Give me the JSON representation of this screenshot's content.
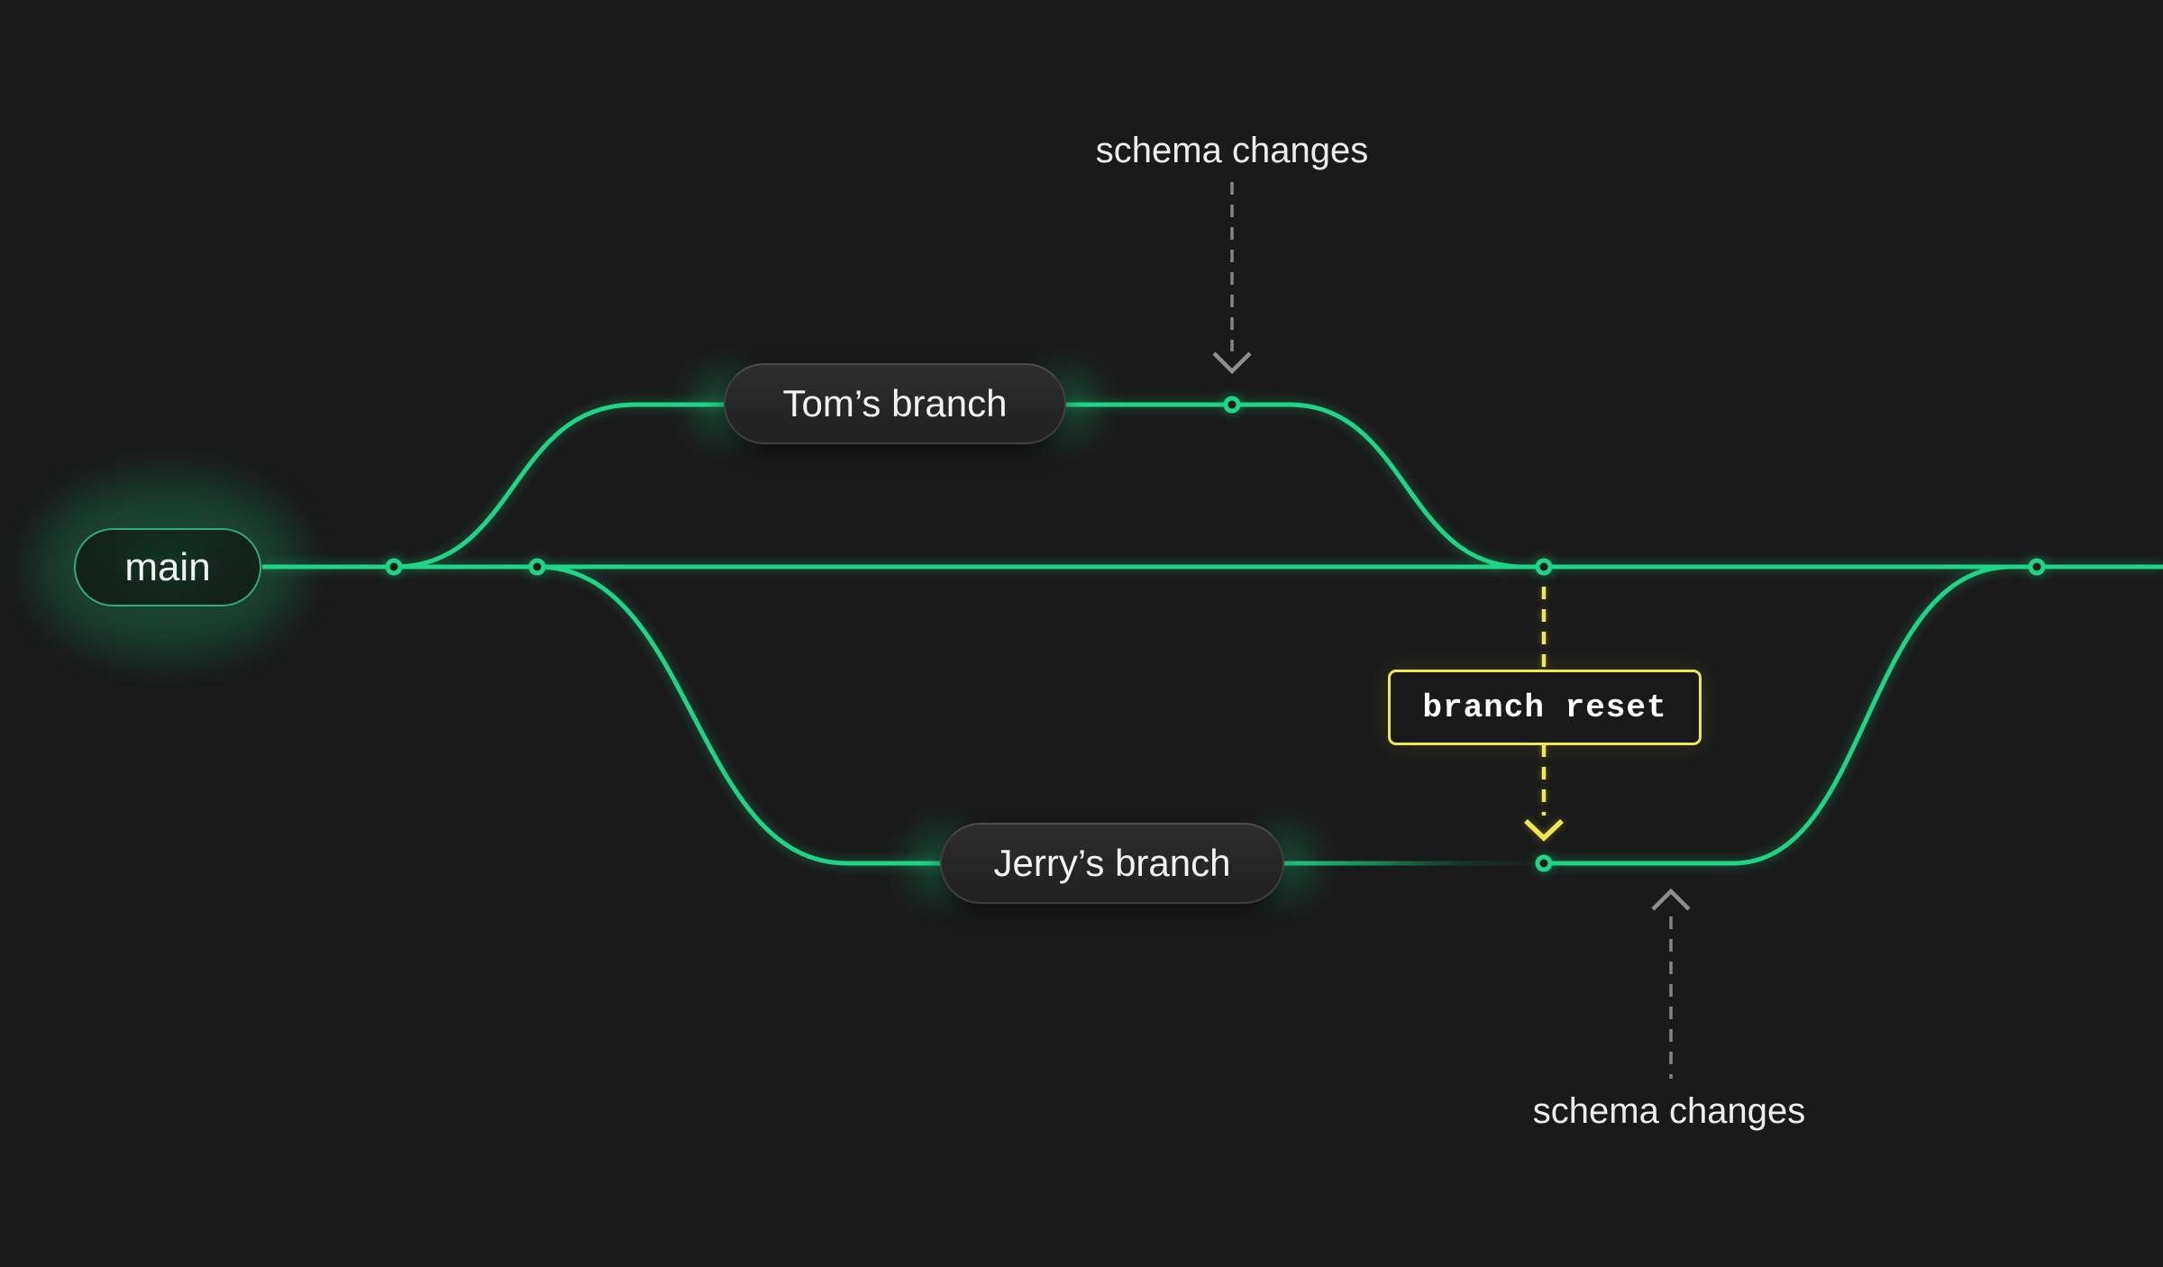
{
  "title": "Branch workflow diagram",
  "labels": {
    "main": "main",
    "tom": "Tom’s branch",
    "jerry": "Jerry’s branch"
  },
  "annotations": {
    "schema_top": "schema changes",
    "schema_bottom": "schema changes",
    "branch_reset": "branch reset"
  },
  "nodes": [
    {
      "name": "fork-to-tom",
      "branch": "main"
    },
    {
      "name": "fork-to-jerry",
      "branch": "main"
    },
    {
      "name": "tom-schema-commit",
      "branch": "tom"
    },
    {
      "name": "branch-reset-point",
      "branch": "main"
    },
    {
      "name": "jerry-schema-commit",
      "branch": "jerry"
    },
    {
      "name": "merge-point",
      "branch": "main"
    }
  ],
  "colors": {
    "background": "#1A1A1A",
    "accent-green": "#1ED587",
    "accent-yellow": "#EDE84F",
    "arrow-gray": "#848484",
    "text-light": "#EDEDED"
  }
}
